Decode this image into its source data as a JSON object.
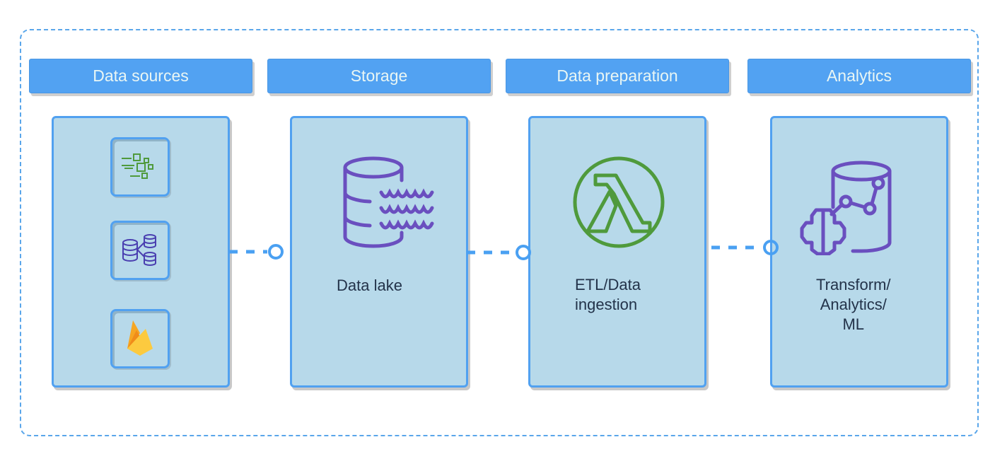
{
  "diagram": {
    "title": "",
    "stages": [
      {
        "header": "Data sources",
        "items": [
          "stream-icon",
          "database-share-icon",
          "firebase-icon"
        ]
      },
      {
        "header": "Storage",
        "icon": "data-lake-icon",
        "label": "Data lake"
      },
      {
        "header": "Data preparation",
        "icon": "lambda-icon",
        "label_lines": [
          "ETL/Data",
          "ingestion"
        ]
      },
      {
        "header": "Analytics",
        "icon": "ml-analytics-icon",
        "label_lines": [
          "Transform/",
          "Analytics/",
          "ML"
        ]
      }
    ],
    "colors": {
      "header_bg": "#52a2f2",
      "panel_bg": "#b7d9ea",
      "border_blue": "#51a1f0",
      "icon_purple": "#6a4fbf",
      "icon_green": "#4f9a3c",
      "firebase_orange": "#f5a623",
      "firebase_yellow": "#fcca3f"
    }
  }
}
